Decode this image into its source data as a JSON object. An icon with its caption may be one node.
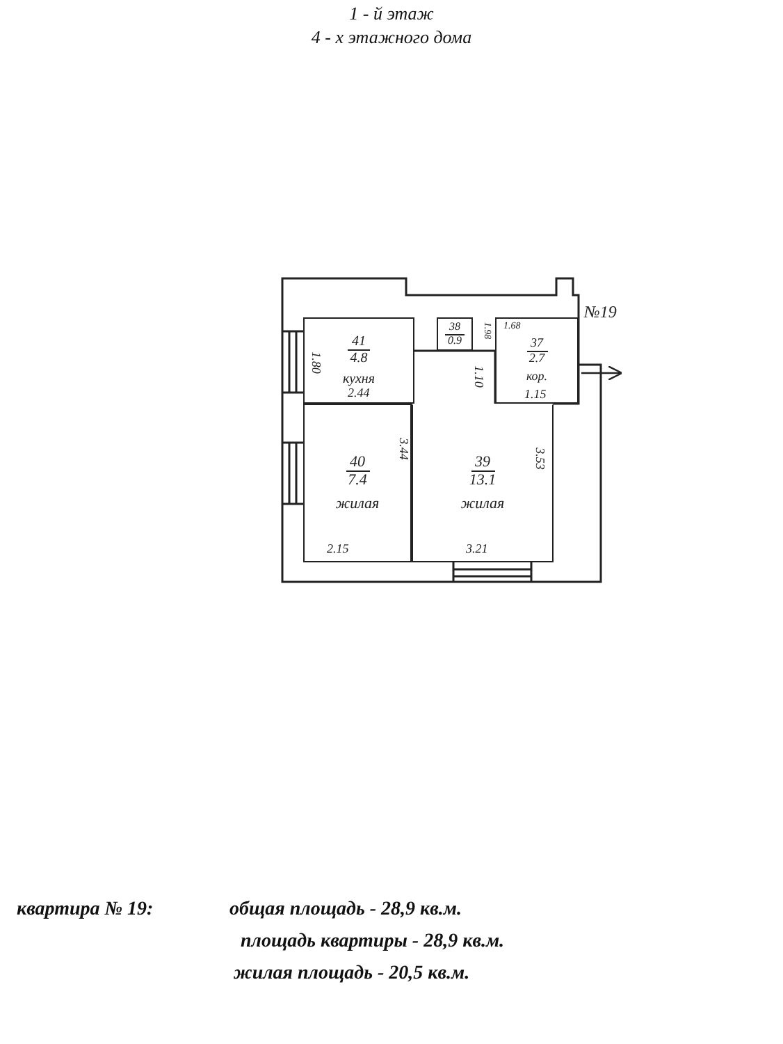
{
  "diagram": {
    "title": "1 - й этаж",
    "nodes": [
      {
        "text": [
          "41",
          "4.8",
          "кухня"
        ]
      },
      {
        "text": [
          "38",
          "0.9"
        ]
      },
      {
        "text": [
          "37",
          "2.7",
          "кор."
        ]
      },
      {
        "text": [
          "40",
          "7.4",
          "жилая"
        ]
      },
      {
        "text": [
          "39",
          "13.1",
          "жилая"
        ]
      }
    ],
    "edges": [],
    "labels": [
      "4 - х этажного дома",
      "№19",
      "1.80",
      "2.44",
      "1.68",
      "1.98",
      "1.10",
      "1.15",
      "3.44",
      "3.53",
      "2.15",
      "3.21",
      "квартира № 19:",
      "общая площадь - 28,9 кв.м.",
      "площадь квартиры - 28,9 кв.м.",
      "жилая площадь - 20,5 кв.м."
    ]
  }
}
